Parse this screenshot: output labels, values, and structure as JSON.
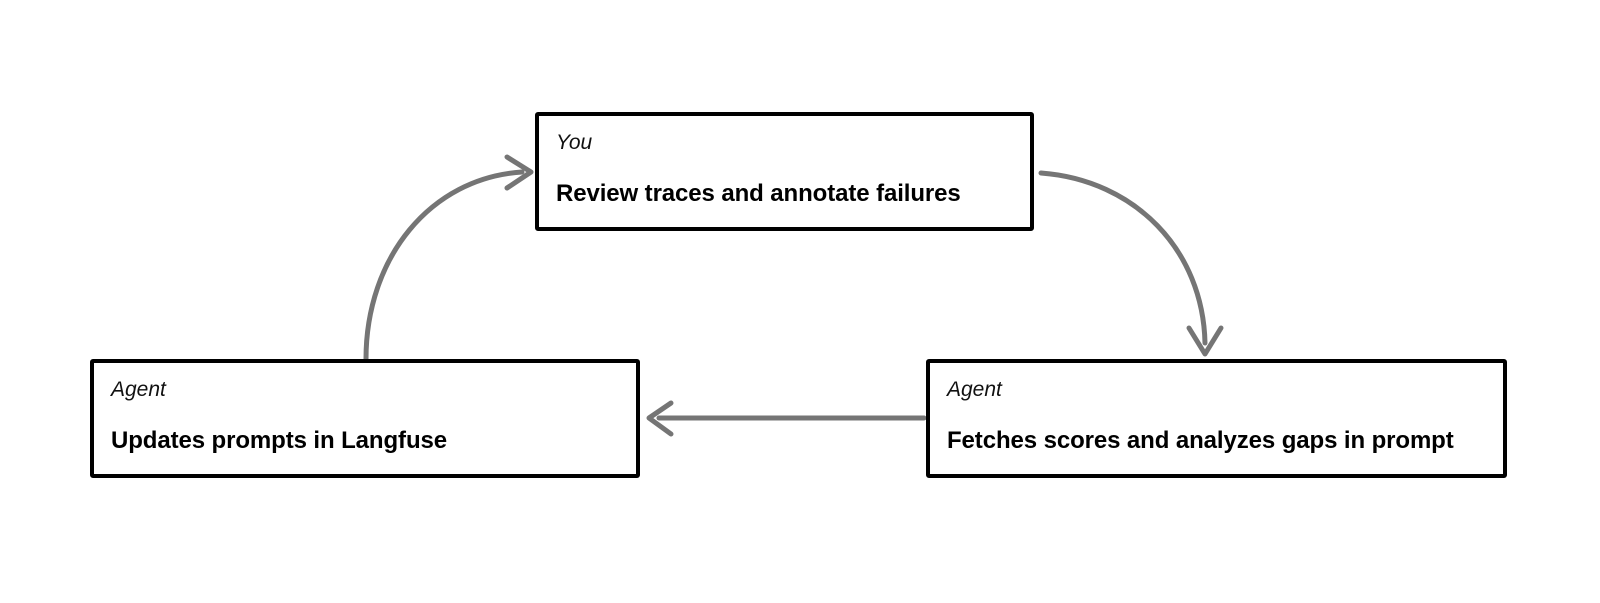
{
  "diagram": {
    "type": "cycle-flow",
    "background": "#ffffff",
    "edge_color": "#757575",
    "node_border_color": "#000000",
    "nodes": [
      {
        "id": "you-review",
        "role": "You",
        "title": "Review traces and annotate failures"
      },
      {
        "id": "agent-fetch",
        "role": "Agent",
        "title": "Fetches scores and analyzes gaps in prompt"
      },
      {
        "id": "agent-update",
        "role": "Agent",
        "title": "Updates prompts in Langfuse"
      }
    ],
    "edges": [
      {
        "id": "edge-you-to-fetch",
        "from": "you-review",
        "to": "agent-fetch",
        "style": "curved",
        "direction": "down-right"
      },
      {
        "id": "edge-fetch-to-update",
        "from": "agent-fetch",
        "to": "agent-update",
        "style": "straight",
        "direction": "left"
      },
      {
        "id": "edge-update-to-you",
        "from": "agent-update",
        "to": "you-review",
        "style": "curved",
        "direction": "up-right"
      }
    ]
  }
}
